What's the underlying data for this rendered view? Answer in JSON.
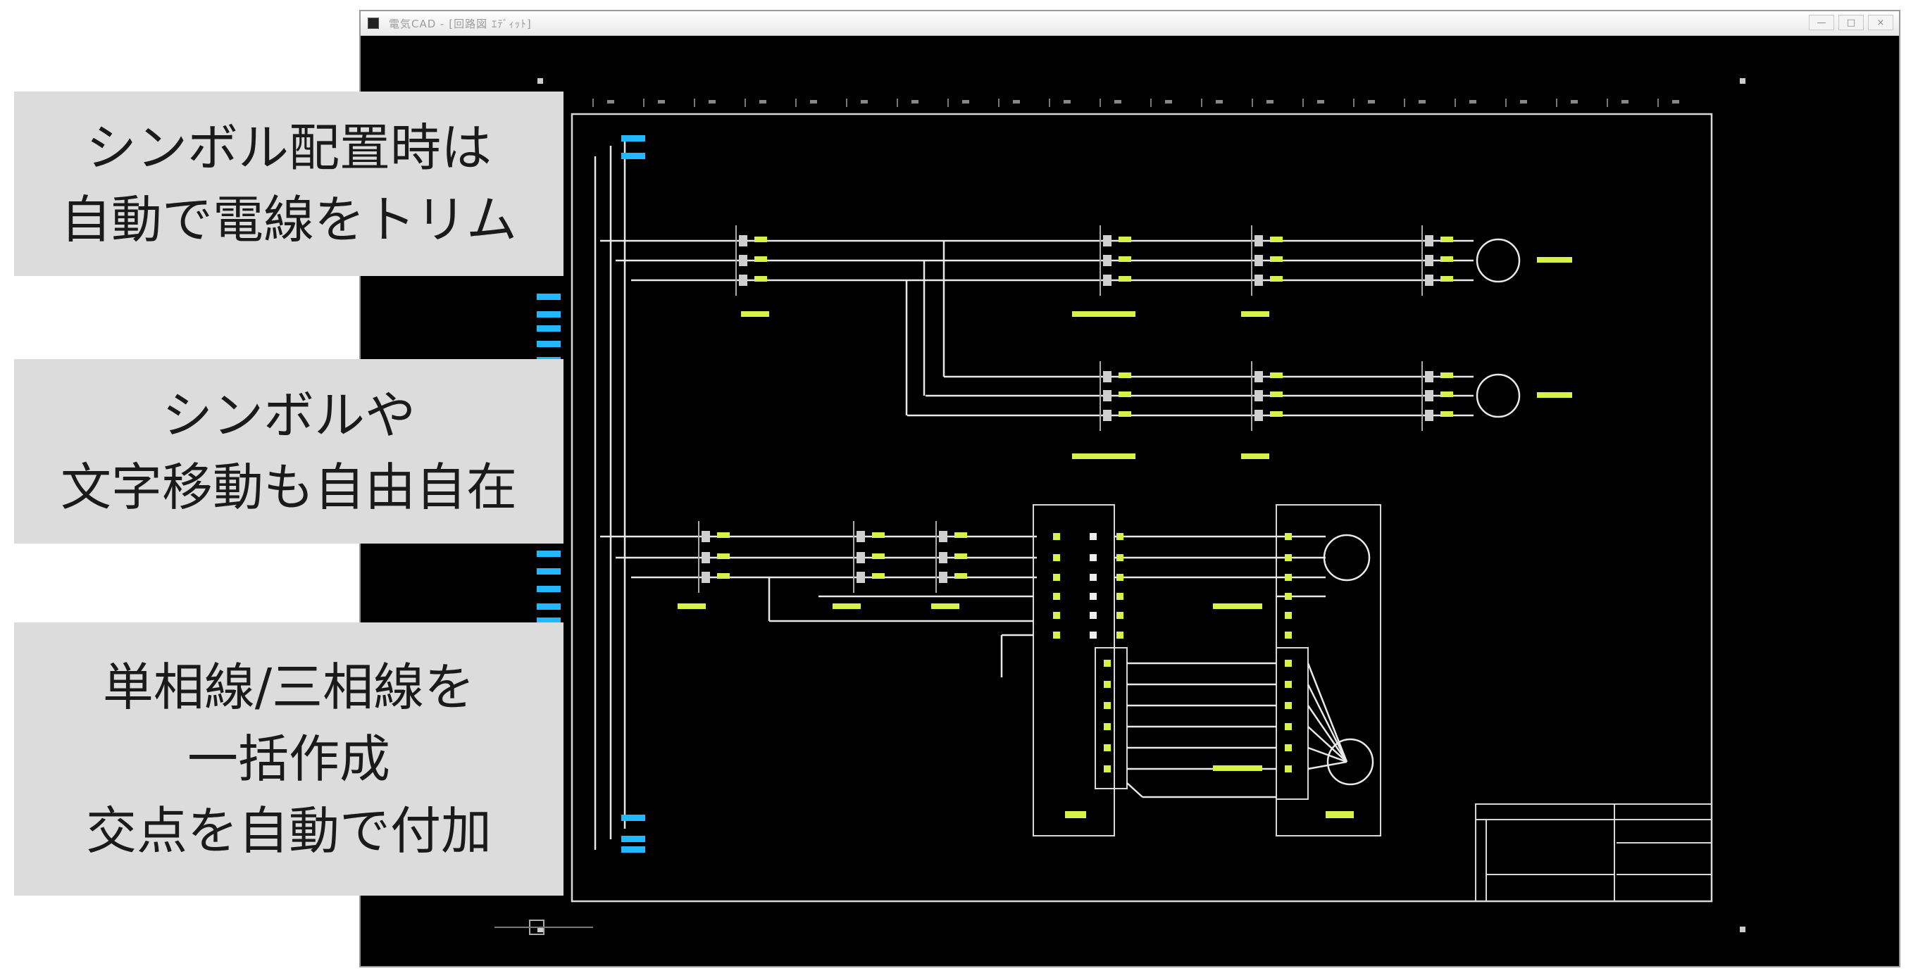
{
  "window": {
    "title": "電気CAD  -  [回路図 ｴﾃﾞｨｯﾄ]",
    "controls": [
      "—",
      "□",
      "×"
    ]
  },
  "callouts": [
    {
      "lines": [
        "シンボル配置時は",
        "自動で電線をトリム"
      ]
    },
    {
      "lines": [
        "シンボルや",
        "文字移動も自由自在"
      ]
    },
    {
      "lines": [
        "単相線/三相線を",
        "一括作成",
        "交点を自動で付加"
      ]
    }
  ],
  "colors": {
    "background": "#000000",
    "wire": "#e8e8e8",
    "frame": "#d8d8d8",
    "symbol_label": "#d8f04a",
    "terminal_label": "#22b8ff",
    "callout_bg": "#dcdcdc"
  }
}
